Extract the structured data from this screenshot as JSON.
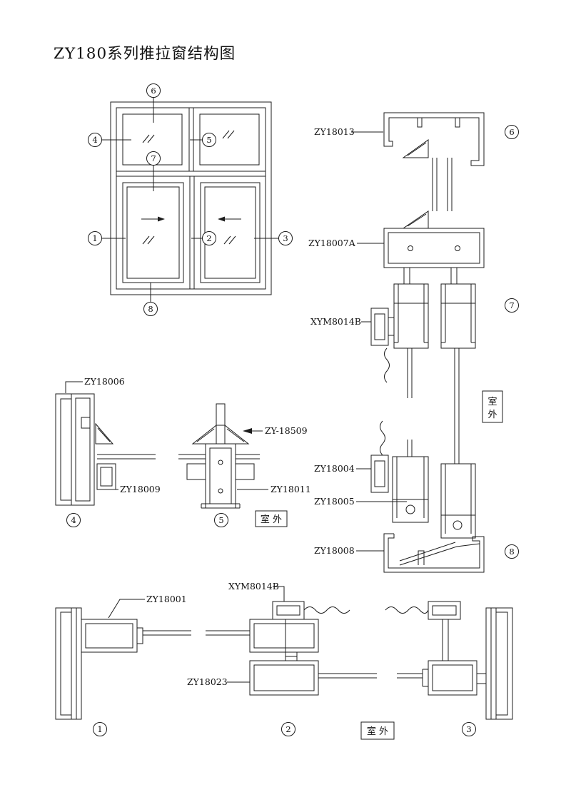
{
  "title": "ZY180系列推拉窗结构图",
  "outdoor": {
    "horizontal": "室 外",
    "char1": "室",
    "char2": "外"
  },
  "callouts": {
    "n1": "1",
    "n2": "2",
    "n3": "3",
    "n4": "4",
    "n5": "5",
    "n6": "6",
    "n7": "7",
    "n8": "8"
  },
  "labels": {
    "zy18013": "ZY18013",
    "zy18007a": "ZY18007A",
    "xym8014b": "XYM8014B",
    "zy18004": "ZY18004",
    "zy18005": "ZY18005",
    "zy18008": "ZY18008",
    "zy18006": "ZY18006",
    "zy18009": "ZY18009",
    "zy18509": "ZY-18509",
    "zy18011": "ZY18011",
    "zy18001": "ZY18001",
    "zy18023": "ZY18023"
  }
}
